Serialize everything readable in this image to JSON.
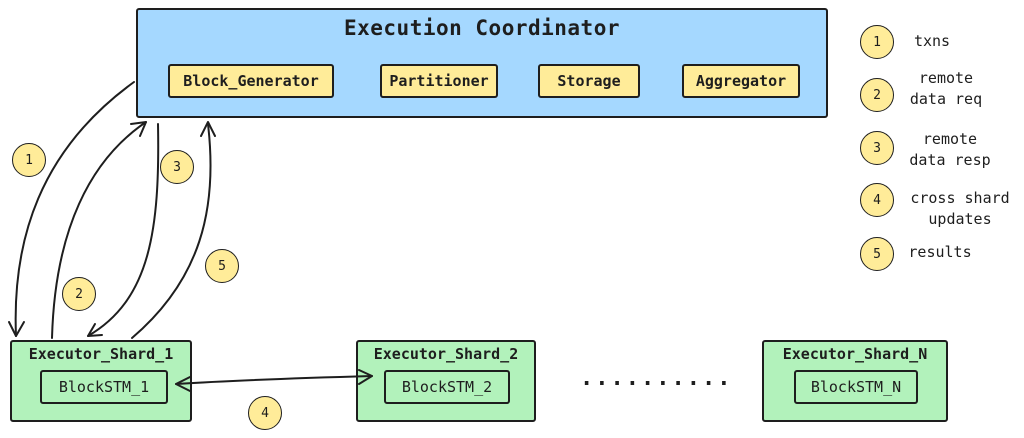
{
  "coordinator": {
    "title": "Execution Coordinator",
    "components": [
      "Block_Generator",
      "Partitioner",
      "Storage",
      "Aggregator"
    ]
  },
  "shards": [
    {
      "title": "Executor_Shard_1",
      "inner": "BlockSTM_1"
    },
    {
      "title": "Executor_Shard_2",
      "inner": "BlockSTM_2"
    },
    {
      "title": "Executor_Shard_N",
      "inner": "BlockSTM_N"
    }
  ],
  "ellipsis": "..........",
  "arrow_badges": [
    "1",
    "2",
    "3",
    "5",
    "4"
  ],
  "legend": [
    {
      "num": "1",
      "label": "txns"
    },
    {
      "num": "2",
      "label": "remote\ndata req"
    },
    {
      "num": "3",
      "label": "remote\ndata resp"
    },
    {
      "num": "4",
      "label": "cross shard\nupdates"
    },
    {
      "num": "5",
      "label": "results"
    }
  ],
  "colors": {
    "coordinator": "#a5d8ff",
    "component": "#ffec99",
    "shard": "#b2f2bb",
    "badge": "#ffec99",
    "stroke": "#1e1e1e"
  }
}
